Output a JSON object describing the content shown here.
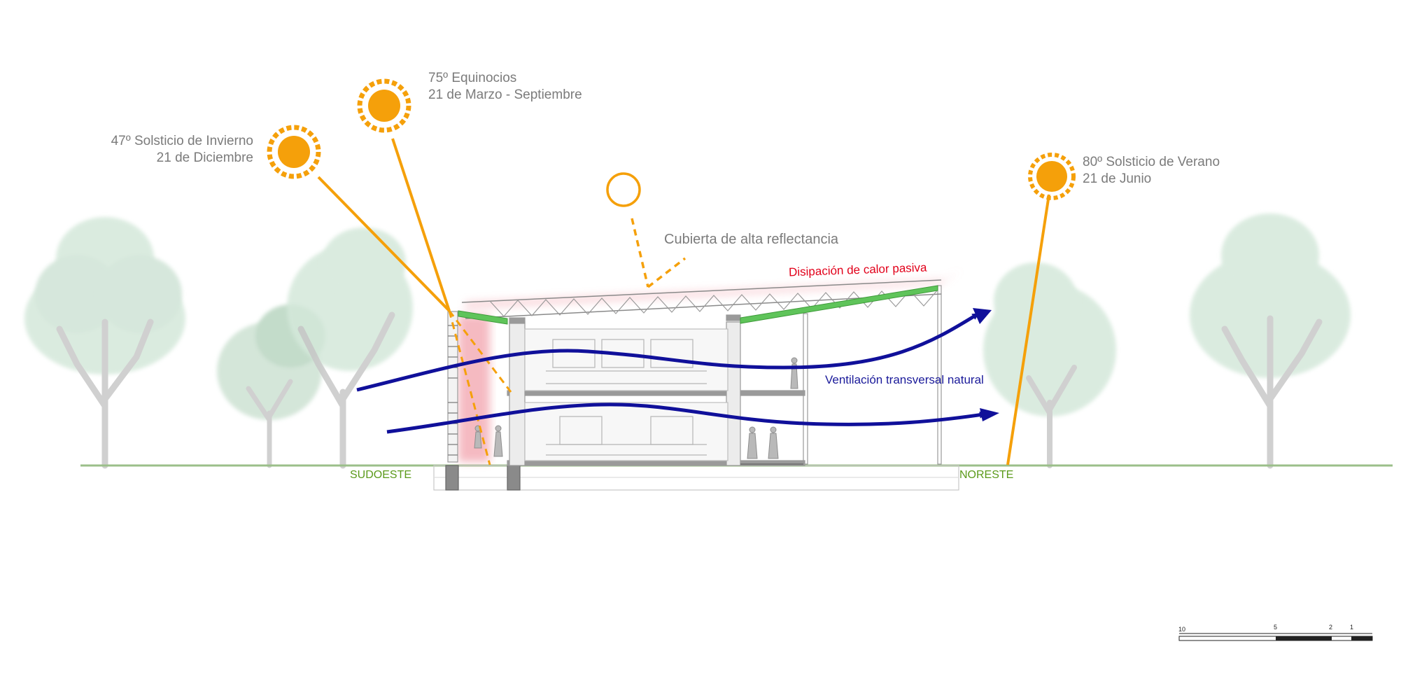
{
  "sun_labels": {
    "winter_line1": "47º Solsticio de Invierno",
    "winter_line2": "21  de Diciembre",
    "equinox_line1": "75º Equinocios",
    "equinox_line2": "21 de Marzo - Septiembre",
    "summer_line1": "80º Solsticio de Verano",
    "summer_line2": "21 de Junio"
  },
  "annotations": {
    "roof": "Cubierta de alta reflectancia",
    "heat": "Disipación de calor pasiva",
    "ventilation": "Ventilación transversal natural"
  },
  "orientation": {
    "left": "SUDOESTE",
    "right": "NORESTE"
  },
  "scale_bar": {
    "t10": "10",
    "t5": "5",
    "t2": "2",
    "t1": "1"
  },
  "colors": {
    "sun": "#f5a00a",
    "ventilation": "#10109a",
    "roof_green": "#5fc45a",
    "heat_red": "#e2001a",
    "orientation_green": "#5b9a1a",
    "tree": "#cfe3d6"
  }
}
